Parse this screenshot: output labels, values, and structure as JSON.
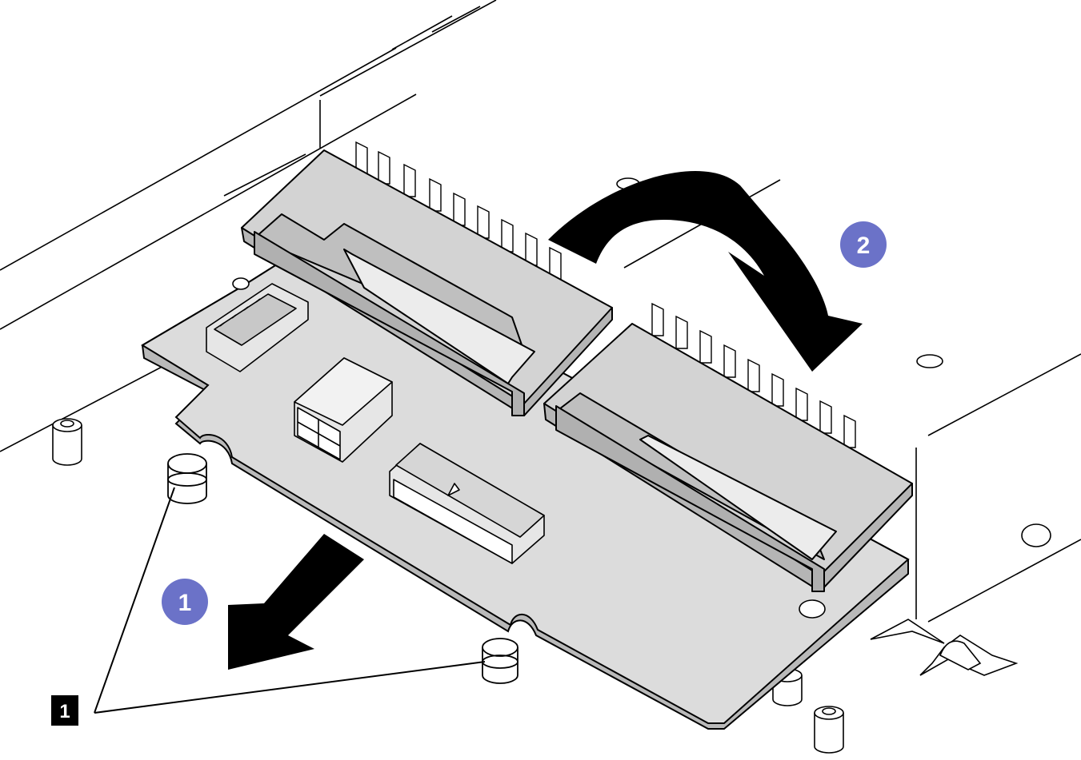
{
  "colors": {
    "board": "#dcdcdc",
    "outline": "#000000",
    "step_badge": "#6b72c8",
    "arrow": "#000000"
  },
  "steps": [
    {
      "label": "1",
      "action": "slide-board-out"
    },
    {
      "label": "2",
      "action": "rotate-board-down"
    }
  ],
  "callouts": [
    {
      "label": "1",
      "target": "guide-pins"
    }
  ]
}
